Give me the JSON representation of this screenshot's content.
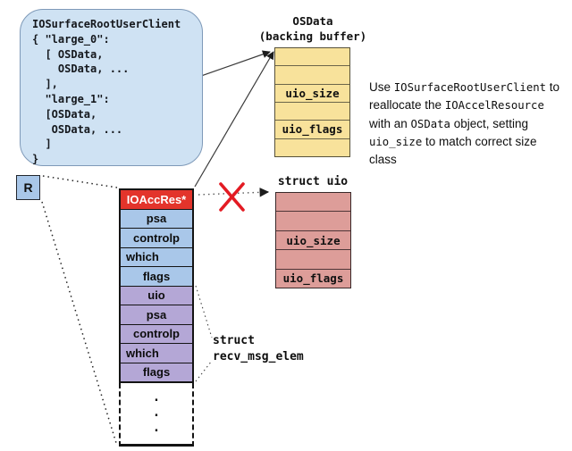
{
  "client_box": {
    "lines": [
      "IOSurfaceRootUserClient",
      "{ \"large_0\":",
      "  [ OSData,",
      "    OSData, ...",
      "  ],",
      "  \"large_1\":",
      "  [OSData,",
      "   OSData, ...",
      "  ]",
      "}"
    ]
  },
  "osdata_table": {
    "title_line1": "OSData",
    "title_line2": "(backing buffer)",
    "rows": [
      "",
      "",
      "uio_size",
      "",
      "uio_flags",
      ""
    ]
  },
  "uio_table": {
    "title": "struct uio",
    "rows": [
      "",
      "",
      "uio_size",
      "",
      "uio_flags"
    ]
  },
  "stack": {
    "rows": [
      {
        "label": "IOAccRes*",
        "style": "red"
      },
      {
        "label": "psa",
        "style": "blue"
      },
      {
        "label": "controlp",
        "style": "blue"
      },
      {
        "label": "which",
        "style": "blue",
        "align": "left"
      },
      {
        "label": "flags",
        "style": "blue"
      },
      {
        "label": "uio",
        "style": "purple"
      },
      {
        "label": "psa",
        "style": "purple"
      },
      {
        "label": "controlp",
        "style": "purple"
      },
      {
        "label": "which",
        "style": "purple",
        "align": "left"
      },
      {
        "label": "flags",
        "style": "purple"
      }
    ],
    "ellipsis": [
      ".",
      ".",
      "."
    ]
  },
  "port_box": {
    "label": "R"
  },
  "struct_label": {
    "line1": "struct",
    "line2": "recv_msg_elem"
  },
  "note": {
    "lines": [
      [
        {
          "t": "Use ",
          "m": false
        },
        {
          "t": "IOSurfaceRootUserClient",
          "m": true
        },
        {
          "t": " to",
          "m": false
        }
      ],
      [
        {
          "t": "reallocate the ",
          "m": false
        },
        {
          "t": "IOAccelResource",
          "m": true
        }
      ],
      [
        {
          "t": "with an ",
          "m": false
        },
        {
          "t": "OSData",
          "m": true
        },
        {
          "t": " object, setting",
          "m": false
        }
      ],
      [
        {
          "t": "uio_size",
          "m": true
        },
        {
          "t": " to match correct size",
          "m": false
        }
      ],
      [
        {
          "t": "class",
          "m": false
        }
      ]
    ]
  },
  "colors": {
    "client_box_blue": "#CFE2F3",
    "port_blue": "#A9C7E9",
    "resource_red": "#E3342B",
    "msg_purple": "#B4A7D6",
    "osdata_yellow": "#F8E29B",
    "uio_pink": "#DD9D99",
    "x_red": "#E31B23"
  }
}
